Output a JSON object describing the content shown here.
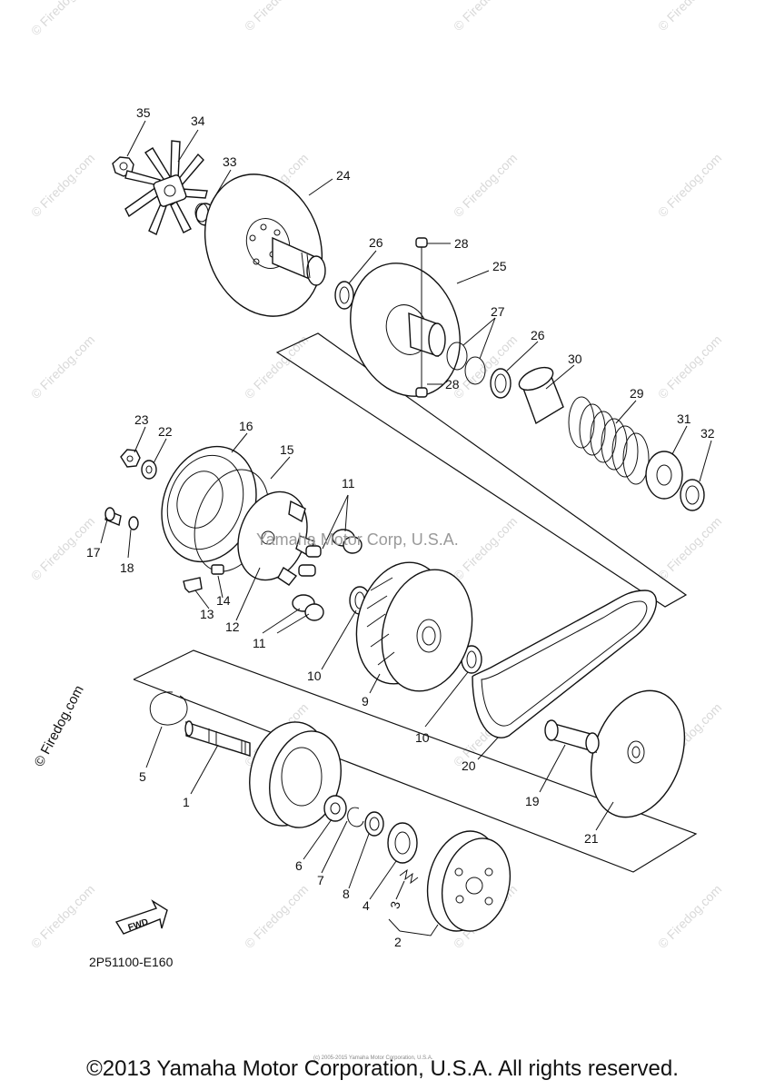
{
  "diagram": {
    "part_code": "2P51100-E160",
    "copyright": "©2013 Yamaha Motor Corporation, U.S.A. All rights reserved.",
    "fine_print": "(c) 2005-2015 Yamaha Motor Corporation, U.S.A.",
    "center_watermark": "Yamaha Motor Corp, U.S.A.",
    "fwd_label": "FWD",
    "watermark": "© Firedog.com",
    "callouts": {
      "c1": "1",
      "c2": "2",
      "c3": "3",
      "c4": "4",
      "c5": "5",
      "c6": "6",
      "c7": "7",
      "c8": "8",
      "c9": "9",
      "c10a": "10",
      "c10b": "10",
      "c11a": "11",
      "c11b": "11",
      "c12": "12",
      "c13": "13",
      "c14": "14",
      "c15": "15",
      "c16": "16",
      "c17": "17",
      "c18": "18",
      "c19": "19",
      "c20": "20",
      "c21": "21",
      "c22": "22",
      "c23": "23",
      "c24": "24",
      "c25": "25",
      "c26a": "26",
      "c26b": "26",
      "c27": "27",
      "c28a": "28",
      "c28b": "28",
      "c29": "29",
      "c30": "30",
      "c31": "31",
      "c32": "32",
      "c33": "33",
      "c34": "34",
      "c35": "35"
    }
  }
}
